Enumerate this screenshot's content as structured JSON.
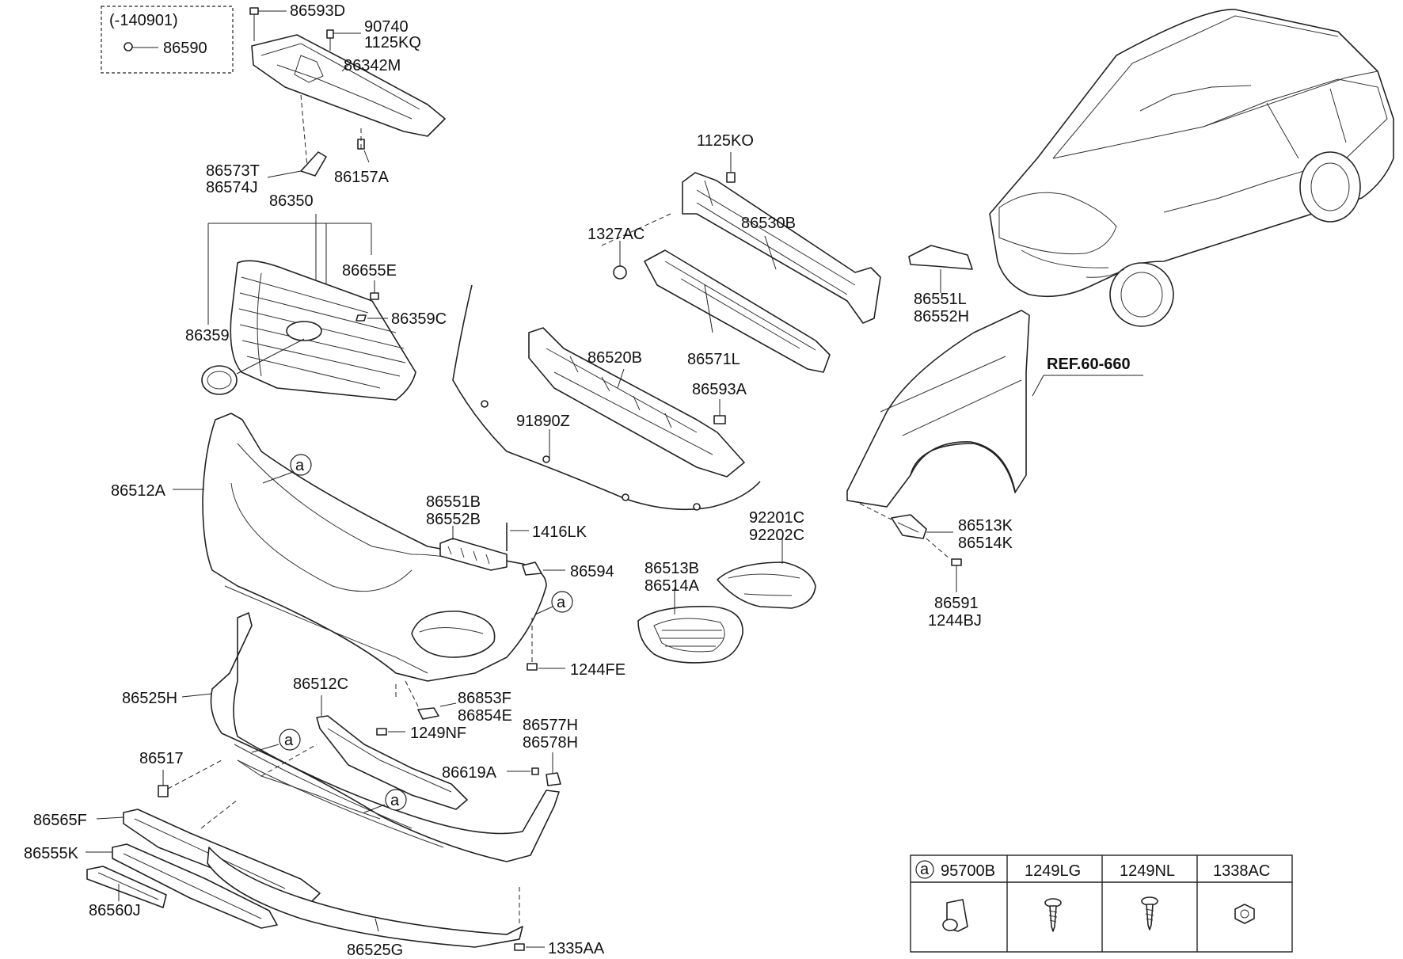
{
  "diagram": {
    "labels": {
      "l_140901": "(-140901)",
      "l_86590": "86590",
      "l_86593D": "86593D",
      "l_90740": "90740",
      "l_1125KQ": "1125KQ",
      "l_86342M": "86342M",
      "l_86573T": "86573T",
      "l_86574J": "86574J",
      "l_86157A": "86157A",
      "l_86350": "86350",
      "l_86655E": "86655E",
      "l_86359C": "86359C",
      "l_86359": "86359",
      "l_1125KO": "1125KO",
      "l_86530B": "86530B",
      "l_1327AC": "1327AC",
      "l_86571L": "86571L",
      "l_86520B": "86520B",
      "l_86593A": "86593A",
      "l_91890Z": "91890Z",
      "l_86551L": "86551L",
      "l_86552H": "86552H",
      "l_ref": "REF.60-660",
      "l_86512A": "86512A",
      "l_86551B": "86551B",
      "l_86552B": "86552B",
      "l_1416LK": "1416LK",
      "l_86594": "86594",
      "l_92201C": "92201C",
      "l_92202C": "92202C",
      "l_86513K": "86513K",
      "l_86514K": "86514K",
      "l_86513B": "86513B",
      "l_86514A": "86514A",
      "l_86591": "86591",
      "l_1244BJ": "1244BJ",
      "l_1244FE": "1244FE",
      "l_86525H": "86525H",
      "l_86512C": "86512C",
      "l_86853F": "86853F",
      "l_86854E": "86854E",
      "l_1249NF": "1249NF",
      "l_86577H": "86577H",
      "l_86578H": "86578H",
      "l_86517": "86517",
      "l_86619A": "86619A",
      "l_86565F": "86565F",
      "l_86555K": "86555K",
      "l_86560J": "86560J",
      "l_86525G": "86525G",
      "l_1335AA": "1335AA"
    },
    "callout_letter": "a",
    "legend": {
      "headers": [
        "95700B",
        "1249LG",
        "1249NL",
        "1338AC"
      ],
      "first_header_prefix": "a"
    }
  }
}
